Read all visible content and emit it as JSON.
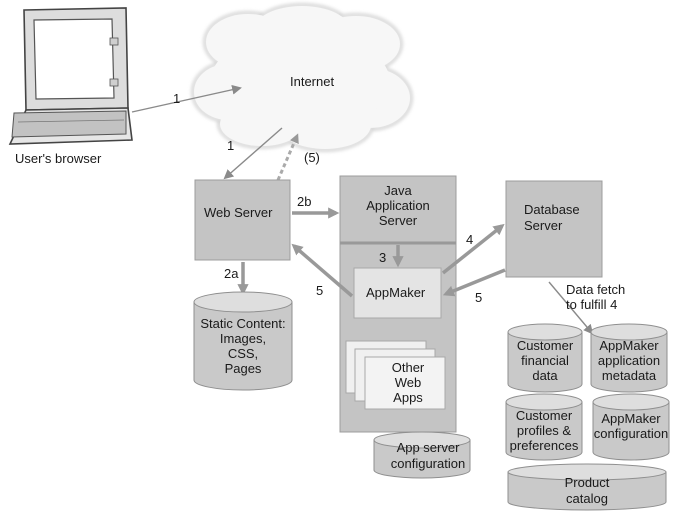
{
  "nodes": {
    "browser": {
      "lines": [
        "User's browser"
      ]
    },
    "internet": {
      "lines": [
        "Internet"
      ]
    },
    "web_server": {
      "lines": [
        "Web Server"
      ]
    },
    "java_server": {
      "lines": [
        "Java",
        "Application",
        "Server"
      ]
    },
    "database_server": {
      "lines": [
        "Database",
        "Server"
      ]
    },
    "appmaker": {
      "lines": [
        "AppMaker"
      ]
    },
    "other_web_apps": {
      "lines": [
        "Other",
        "Web",
        "Apps"
      ]
    },
    "static_content": {
      "lines": [
        "Static Content:",
        "Images,",
        "CSS,",
        "Pages"
      ]
    },
    "app_server_config": {
      "lines": [
        "App server",
        "configuration"
      ]
    },
    "customer_financial": {
      "lines": [
        "Customer",
        "financial",
        "data"
      ]
    },
    "appmaker_metadata": {
      "lines": [
        "AppMaker",
        "application",
        "metadata"
      ]
    },
    "customer_profiles": {
      "lines": [
        "Customer",
        "profiles &",
        "preferences"
      ]
    },
    "appmaker_config": {
      "lines": [
        "AppMaker",
        "configuration"
      ]
    },
    "product_catalog": {
      "lines": [
        "Product",
        "catalog"
      ]
    }
  },
  "edges": {
    "browser_to_internet": "1",
    "internet_to_web": "1",
    "web_to_internet": "(5)",
    "web_to_java": "2b",
    "web_to_static": "2a",
    "java_to_appmaker": "3",
    "appmaker_to_db": "4",
    "db_to_appmaker": "5",
    "appmaker_to_web": "5",
    "data_fetch": [
      "Data fetch",
      "to fulfill 4"
    ]
  },
  "colors": {
    "box_fill": "#c4c4c4",
    "inner_box_fill": "#e4e4e4",
    "cylinder_fill": "#c9c9c9",
    "arrow": "#999999",
    "text": "#1a1a1a"
  }
}
